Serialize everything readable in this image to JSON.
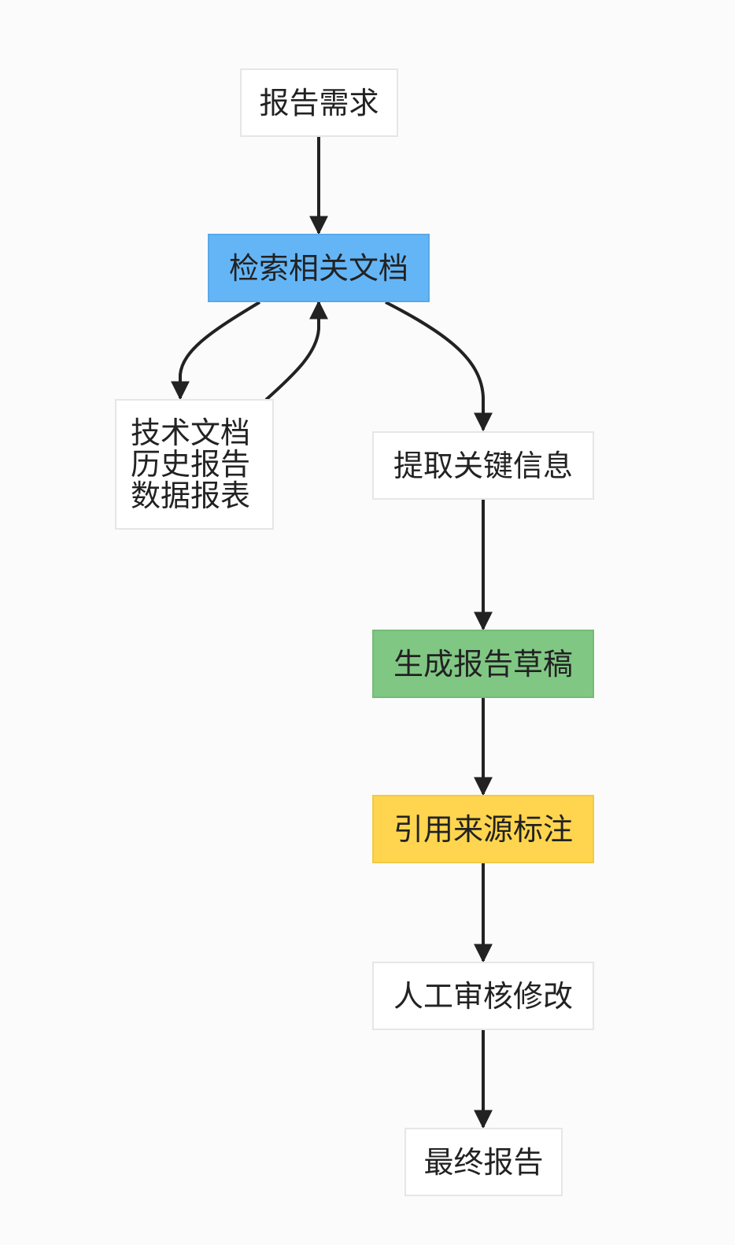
{
  "nodes": {
    "request": "报告需求",
    "retrieve": "检索相关文档",
    "sources": [
      "技术文档",
      "历史报告",
      "数据报表"
    ],
    "extract": "提取关键信息",
    "draft": "生成报告草稿",
    "cite": "引用来源标注",
    "review": "人工审核修改",
    "final": "最终报告"
  },
  "colors": {
    "background": "#fbfbfb",
    "node_default": "#ffffff",
    "node_border": "#e6e6e6",
    "retrieve": "#64b5f6",
    "draft": "#81c784",
    "cite": "#ffd54f",
    "edge": "#222222",
    "text": "#222222"
  }
}
